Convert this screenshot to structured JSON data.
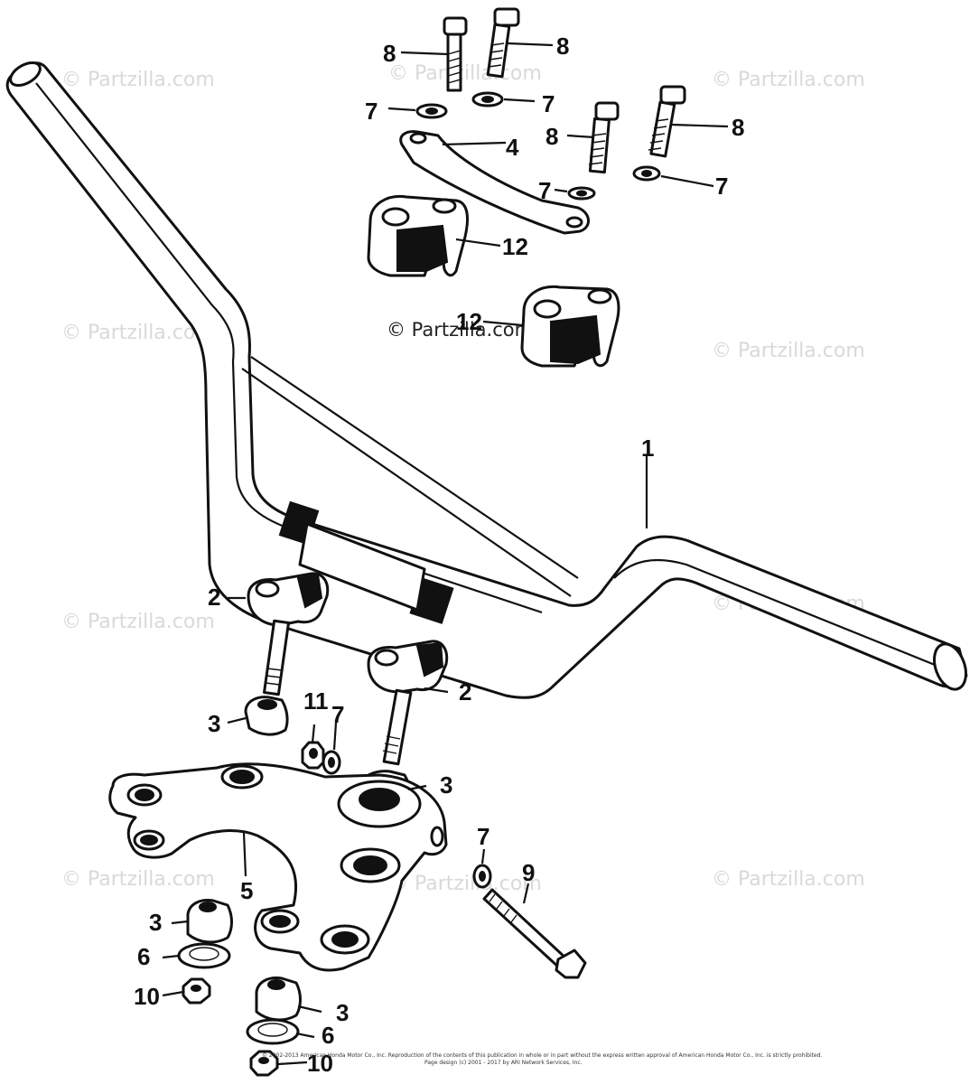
{
  "watermark": "© Partzilla.com",
  "watermark_center": "© Partzilla.com",
  "copyright_line1": "© 2002-2013 American Honda Motor Co., Inc. Reproduction of the contents of this publication in whole or in part without the express written approval of American Honda Motor Co., Inc. is strictly prohibited.",
  "copyright_line2": "Page design (c) 2001 - 2017 by ARI Network Services, Inc.",
  "callouts": [
    {
      "id": "c1",
      "label": "1"
    },
    {
      "id": "c2a",
      "label": "2"
    },
    {
      "id": "c2b",
      "label": "2"
    },
    {
      "id": "c3a",
      "label": "3"
    },
    {
      "id": "c3b",
      "label": "3"
    },
    {
      "id": "c3c",
      "label": "3"
    },
    {
      "id": "c3d",
      "label": "3"
    },
    {
      "id": "c4",
      "label": "4"
    },
    {
      "id": "c5",
      "label": "5"
    },
    {
      "id": "c6a",
      "label": "6"
    },
    {
      "id": "c6b",
      "label": "6"
    },
    {
      "id": "c7a",
      "label": "7"
    },
    {
      "id": "c7b",
      "label": "7"
    },
    {
      "id": "c7c",
      "label": "7"
    },
    {
      "id": "c7d",
      "label": "7"
    },
    {
      "id": "c7e",
      "label": "7"
    },
    {
      "id": "c7f",
      "label": "7"
    },
    {
      "id": "c8a",
      "label": "8"
    },
    {
      "id": "c8b",
      "label": "8"
    },
    {
      "id": "c8c",
      "label": "8"
    },
    {
      "id": "c8d",
      "label": "8"
    },
    {
      "id": "c9",
      "label": "9"
    },
    {
      "id": "c10a",
      "label": "10"
    },
    {
      "id": "c10b",
      "label": "10"
    },
    {
      "id": "c11",
      "label": "11"
    },
    {
      "id": "c12a",
      "label": "12"
    },
    {
      "id": "c12b",
      "label": "12"
    }
  ]
}
